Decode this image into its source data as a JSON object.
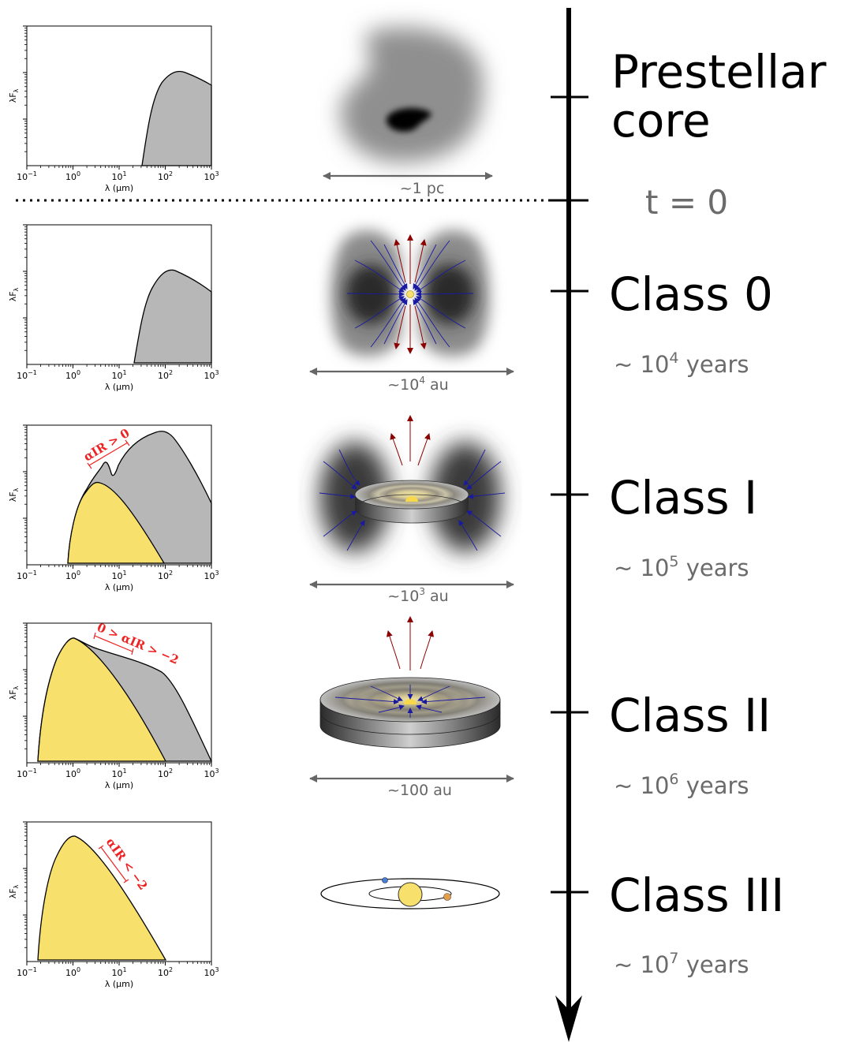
{
  "timeline": {
    "zero_label": "t = 0",
    "stages": [
      {
        "name_lines": [
          "Prestellar",
          "core"
        ],
        "age": "",
        "scale": "~1 pc"
      },
      {
        "name_lines": [
          "Class 0"
        ],
        "age": "~ 10",
        "age_exp": "4",
        "age_unit": " years",
        "scale": "~10",
        "scale_exp": "4",
        "scale_unit": " au"
      },
      {
        "name_lines": [
          "Class I"
        ],
        "age": "~ 10",
        "age_exp": "5",
        "age_unit": " years",
        "scale": "~10",
        "scale_exp": "3",
        "scale_unit": " au"
      },
      {
        "name_lines": [
          "Class II"
        ],
        "age": "~ 10",
        "age_exp": "6",
        "age_unit": " years",
        "scale": "~100 au"
      },
      {
        "name_lines": [
          "Class III"
        ],
        "age": "~ 10",
        "age_exp": "7",
        "age_unit": " years"
      }
    ]
  },
  "sed_axes": {
    "xlabel": "λ (μm)",
    "ylabel": "λF",
    "ylabel_sub": "λ",
    "xticks": [
      {
        "base": "10",
        "exp": "−1"
      },
      {
        "base": "10",
        "exp": "0"
      },
      {
        "base": "10",
        "exp": "1"
      },
      {
        "base": "10",
        "exp": "2"
      },
      {
        "base": "10",
        "exp": "3"
      }
    ]
  },
  "alpha_labels": {
    "class1": "αIR > 0",
    "class2": "0 > αIR > −2",
    "class3": "αIR < −2"
  },
  "colors": {
    "dust_gray": "#b7b7b7",
    "star_yellow": "#f7e06b",
    "alpha_red": "#ee2222",
    "outflow_red": "#8b0000",
    "infall_blue": "#1a1aa0",
    "label_gray": "#666666"
  }
}
